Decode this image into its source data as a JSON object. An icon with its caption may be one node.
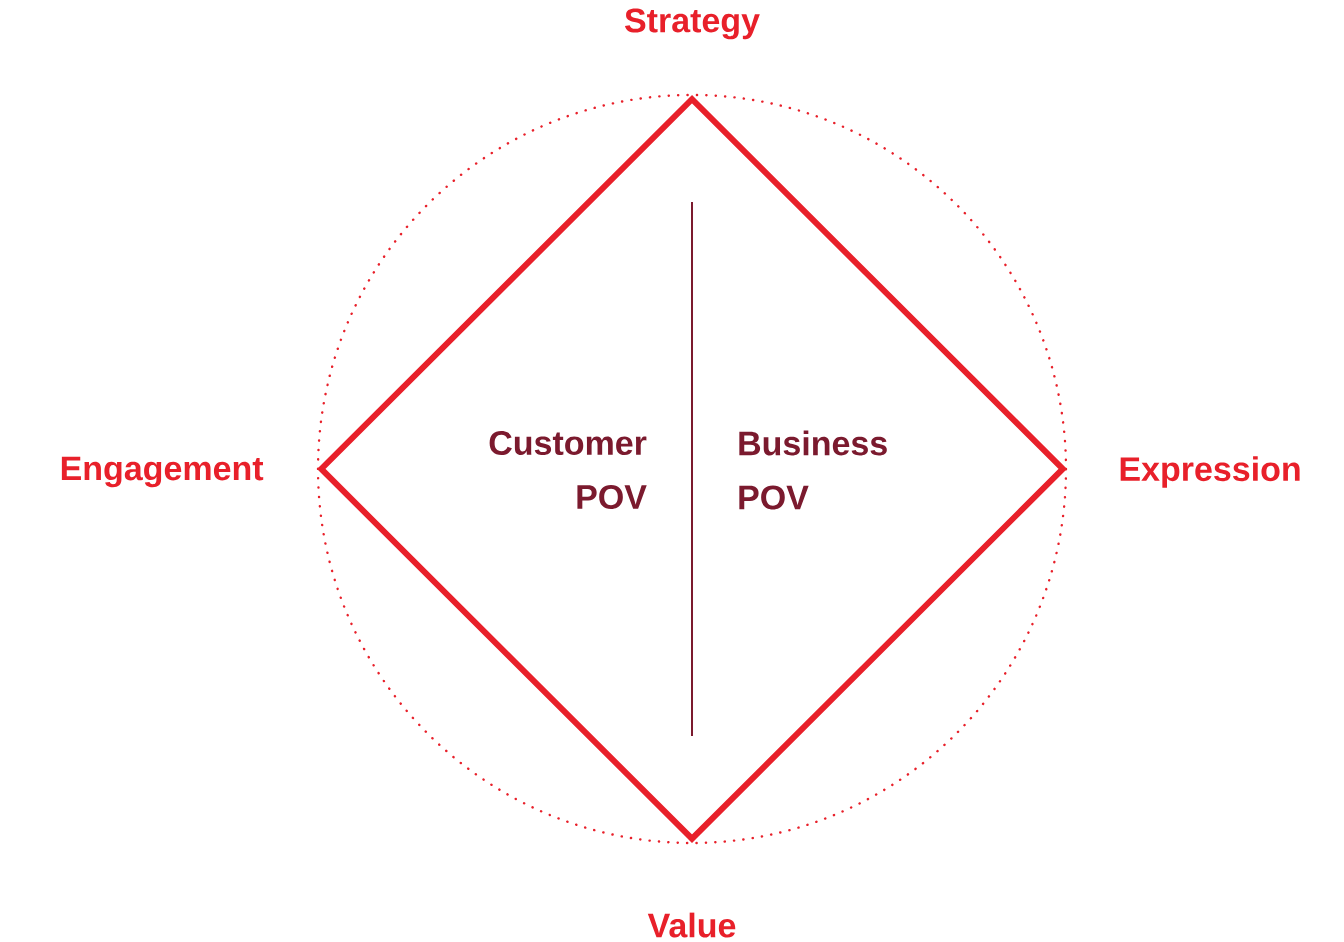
{
  "diagram": {
    "nodes": [
      {
        "text": [
          "Customer POV",
          "Business POV"
        ]
      }
    ],
    "labels": [
      "Strategy",
      "Engagement",
      "Expression",
      "Value"
    ]
  }
}
